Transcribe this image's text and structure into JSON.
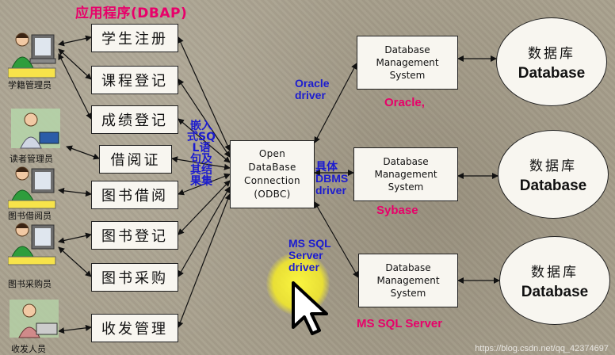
{
  "title": "应用程序(DBAP)",
  "users": [
    {
      "label": "学籍管理员"
    },
    {
      "label": "读者管理员"
    },
    {
      "label": "图书借阅员"
    },
    {
      "label": "图书采购员"
    },
    {
      "label": "收发人员"
    }
  ],
  "apps": [
    "学生注册",
    "课程登记",
    "成绩登记",
    "借阅证",
    "图书借阅",
    "图书登记",
    "图书采购",
    "收发管理"
  ],
  "sql_label": "嵌入式SQL语句及其结果集",
  "odbc": "Open\nDataBase\nConnection\n(ODBC)",
  "dbms_label": "Database\nManagement\nSystem",
  "vendors": [
    "Oracle,",
    "Sybase",
    "MS SQL Server"
  ],
  "drivers": {
    "oracle": "Oracle\ndriver",
    "generic": "具体\nDBMS\ndriver",
    "mssql": "MS SQL\nServer\ndriver"
  },
  "database": {
    "cn": "数据库",
    "en": "Database"
  },
  "watermark": "https://blog.csdn.net/qq_42374697"
}
